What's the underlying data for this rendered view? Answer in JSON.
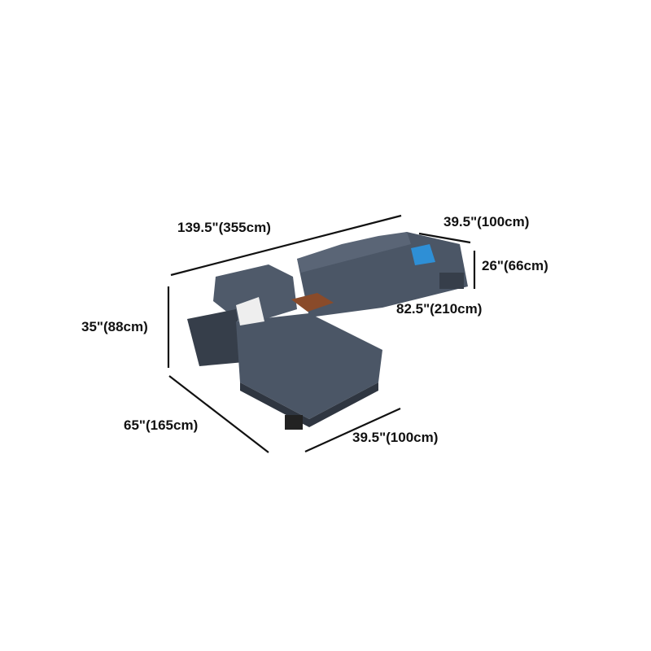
{
  "dimensions": {
    "total_length": "139.5\"(355cm)",
    "back_depth": "39.5\"(100cm)",
    "seat_height": "26\"(66cm)",
    "main_length": "82.5\"(210cm)",
    "total_height": "35\"(88cm)",
    "chaise_length": "65\"(165cm)",
    "chaise_width": "39.5\"(100cm)"
  },
  "colors": {
    "sofa": "#4b5666",
    "sofa_dark": "#363e4a",
    "line": "#111111",
    "pillow_blue": "#2e8fd6",
    "pillow_white": "#eeeeee",
    "table_wood": "#8a4b2a"
  }
}
